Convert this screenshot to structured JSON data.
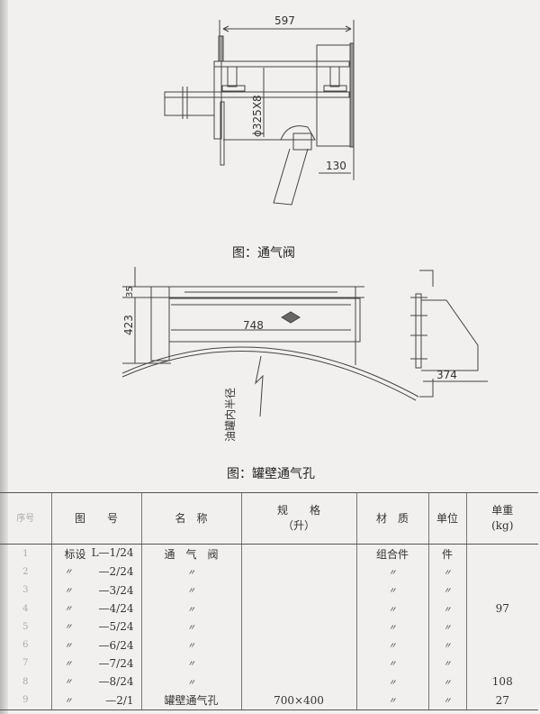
{
  "figure1": {
    "caption": "图：通气阀",
    "dim_length": "597",
    "dim_diameter": "ϕ325X8",
    "dim_offset": "130"
  },
  "figure2": {
    "caption": "图：罐壁通气孔",
    "dim_top": "35",
    "dim_height": "423",
    "dim_width": "748",
    "dim_side": "374",
    "label_radius": "油罐内半径"
  },
  "table": {
    "headers": {
      "no": "序号",
      "drawing": "图　　号",
      "name": "名　称",
      "spec": "规　　格",
      "spec_unit": "（升）",
      "material": "材　质",
      "unit": "单位",
      "weight": "单重",
      "weight_unit": "(kg)"
    },
    "rows": [
      {
        "no": "1",
        "prefix": "标设",
        "code": "L—1/24",
        "name": "通　气　阀",
        "spec": "",
        "material": "组合件",
        "unit": "件",
        "weight": ""
      },
      {
        "no": "2",
        "prefix": "〃",
        "code": "—2/24",
        "name": "〃",
        "spec": "",
        "material": "〃",
        "unit": "〃",
        "weight": ""
      },
      {
        "no": "3",
        "prefix": "〃",
        "code": "—3/24",
        "name": "〃",
        "spec": "",
        "material": "〃",
        "unit": "〃",
        "weight": ""
      },
      {
        "no": "4",
        "prefix": "〃",
        "code": "—4/24",
        "name": "〃",
        "spec": "",
        "material": "〃",
        "unit": "〃",
        "weight": "97"
      },
      {
        "no": "5",
        "prefix": "〃",
        "code": "—5/24",
        "name": "〃",
        "spec": "",
        "material": "〃",
        "unit": "〃",
        "weight": ""
      },
      {
        "no": "6",
        "prefix": "〃",
        "code": "—6/24",
        "name": "〃",
        "spec": "",
        "material": "〃",
        "unit": "〃",
        "weight": ""
      },
      {
        "no": "7",
        "prefix": "〃",
        "code": "—7/24",
        "name": "〃",
        "spec": "",
        "material": "〃",
        "unit": "〃",
        "weight": ""
      },
      {
        "no": "8",
        "prefix": "〃",
        "code": "—8/24",
        "name": "〃",
        "spec": "",
        "material": "〃",
        "unit": "〃",
        "weight": "108"
      },
      {
        "no": "9",
        "prefix": "〃",
        "code": "—2/1",
        "name": "罐壁通气孔",
        "spec": "700×400",
        "material": "〃",
        "unit": "〃",
        "weight": "27"
      }
    ]
  }
}
